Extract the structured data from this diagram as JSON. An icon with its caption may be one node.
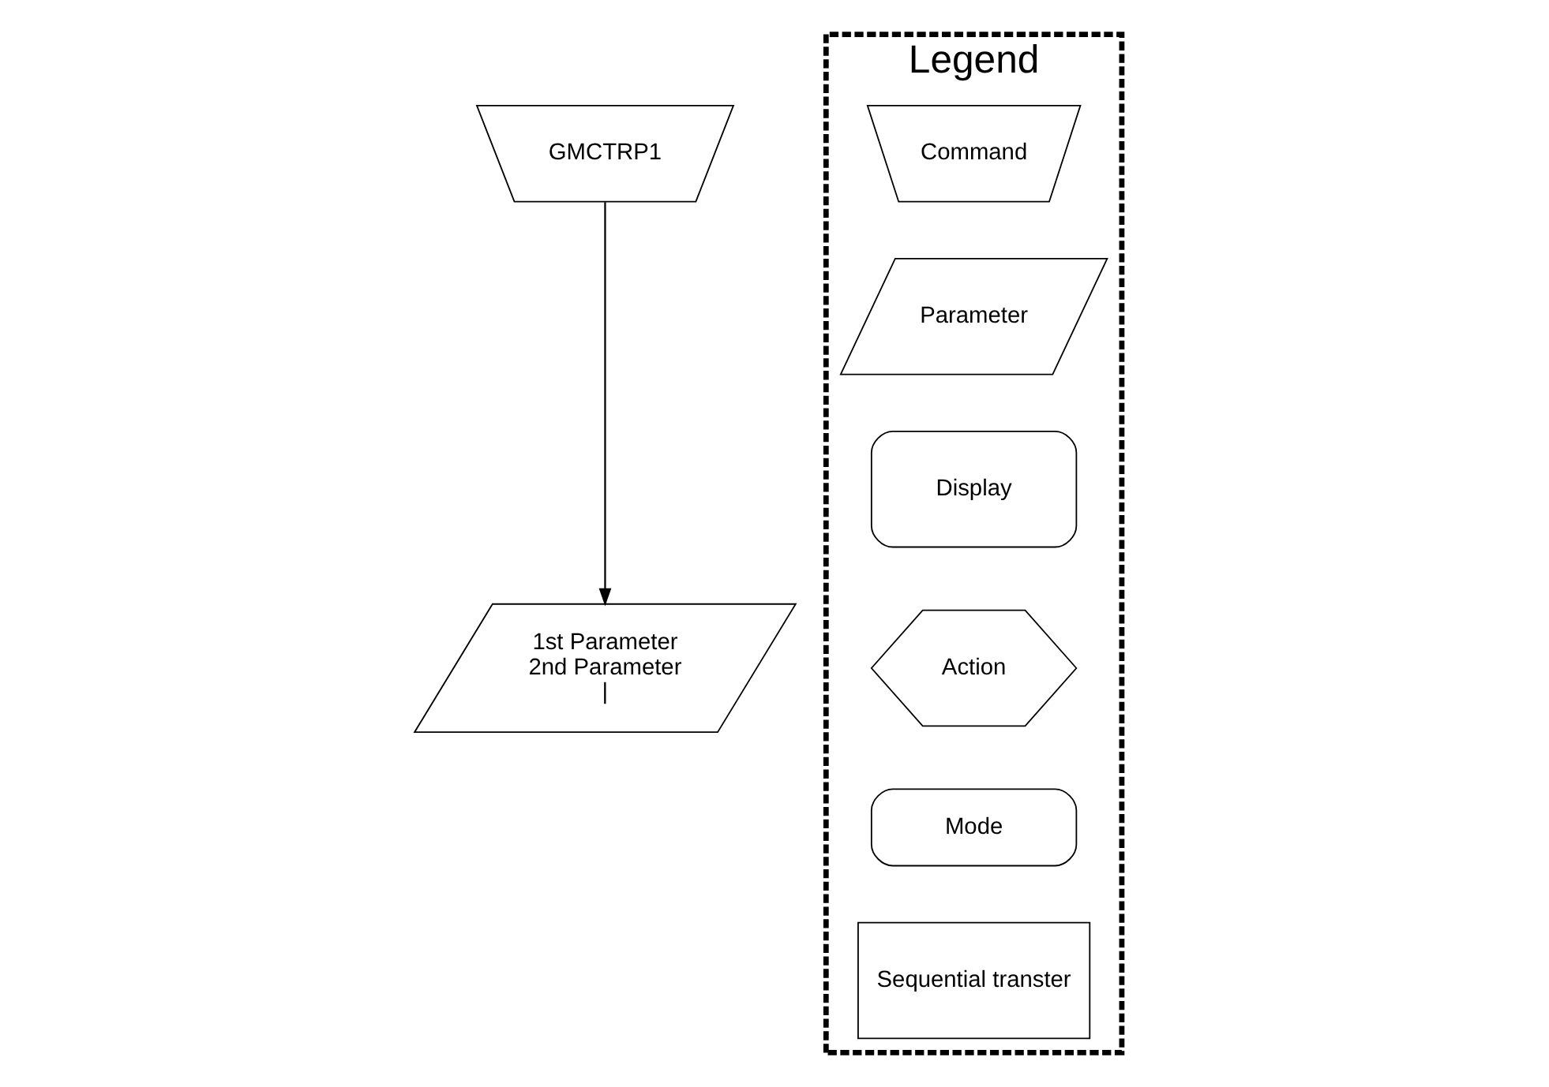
{
  "diagram": {
    "nodes": [
      {
        "text": [
          "GMCTRP1"
        ]
      },
      {
        "text": [
          "1st Parameter",
          "2nd Parameter",
          "|"
        ]
      },
      {
        "text": [
          "Legend"
        ]
      },
      {
        "text": [
          "Command"
        ],
        "in": 2
      },
      {
        "text": [
          "Parameter"
        ],
        "in": 2
      },
      {
        "text": [
          "Display"
        ],
        "in": 2
      },
      {
        "text": [
          "Action"
        ],
        "in": 2
      },
      {
        "text": [
          "Mode"
        ],
        "in": 2
      },
      {
        "text": [
          "Sequential transter"
        ],
        "in": 2
      }
    ],
    "edges": [
      {
        "from": 0,
        "to": 1,
        "arrow": "to"
      }
    ]
  }
}
